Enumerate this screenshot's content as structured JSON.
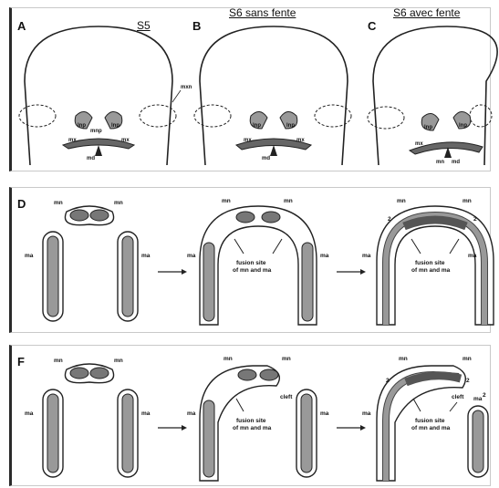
{
  "panels": {
    "A": {
      "letter": "A",
      "title": "S5"
    },
    "B": {
      "letter": "B",
      "title": "S6 sans fente"
    },
    "C": {
      "letter": "C",
      "title": "S6 avec fente"
    },
    "D": {
      "letter": "D"
    },
    "F": {
      "letter": "F"
    }
  },
  "face_labels": {
    "mxn": "mxn",
    "mx": "mx",
    "mn": "mn",
    "lnp": "lnp",
    "mnp": "mnp",
    "md": "md"
  },
  "arch_labels": {
    "mn": "mn",
    "ma": "ma",
    "fusion1": "fusion site",
    "fusion2": "of mn and ma",
    "cleft": "cleft",
    "marker": "2"
  }
}
